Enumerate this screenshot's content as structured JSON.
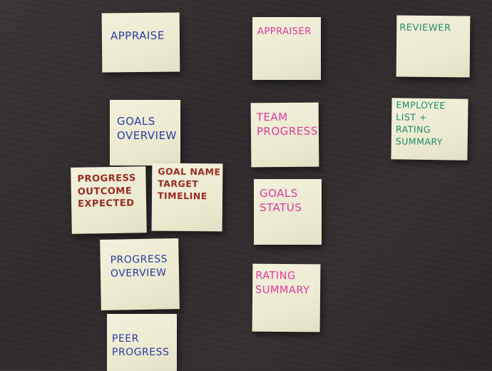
{
  "scene": "sticky notes on a dark wall",
  "ink_colors": {
    "blue": "#2b3aa3",
    "pink": "#e0379c",
    "green": "#1e8a6a",
    "red": "#9a2a24"
  },
  "note_color": "#efedd4",
  "column_left": {
    "appraise": [
      "Appraise"
    ],
    "goals_overview": [
      "Goals",
      "Overview"
    ],
    "progress_outcome": [
      "Progress",
      "Outcome",
      "Expected"
    ],
    "goal_name": [
      "Goal Name",
      "Target",
      "Timeline"
    ],
    "progress_overview": [
      "Progress",
      "Overview"
    ],
    "peer_progress": [
      "Peer",
      "Progress"
    ]
  },
  "column_middle": {
    "appraiser": [
      "Appraiser"
    ],
    "team_progress": [
      "Team",
      "Progress"
    ],
    "goals_status": [
      "Goals",
      "Status"
    ],
    "rating_summary": [
      "Rating",
      "Summary"
    ]
  },
  "column_right": {
    "reviewer": [
      "Reviewer"
    ],
    "employee_list": [
      "Employee",
      "List +",
      "Rating",
      "Summary"
    ]
  }
}
